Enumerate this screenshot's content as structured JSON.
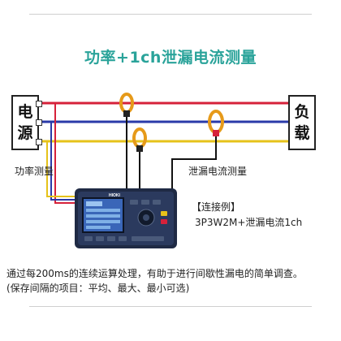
{
  "title": "功率+1ch泄漏电流测量",
  "source_box": [
    "电",
    "源"
  ],
  "load_box": [
    "负",
    "载"
  ],
  "label_power": "功率测量",
  "label_leak": "泄漏电流测量",
  "example_heading": "【连接例】",
  "example_config": "3P3W2M+泄漏电流1ch",
  "device_brand": "HIOKI",
  "description_line1": "通过每200ms的连续运算处理，有助于进行间歇性漏电的简单调查。",
  "description_line2": "(保存间隔的项目：平均、最大、最小可选)",
  "colors": {
    "title": "#2aa39a",
    "wire_red": "#d6213a",
    "wire_blue": "#2a3aa8",
    "wire_yellow": "#e6c21a",
    "clamp": "#e69a1a",
    "device_body": "#1f2a44"
  }
}
